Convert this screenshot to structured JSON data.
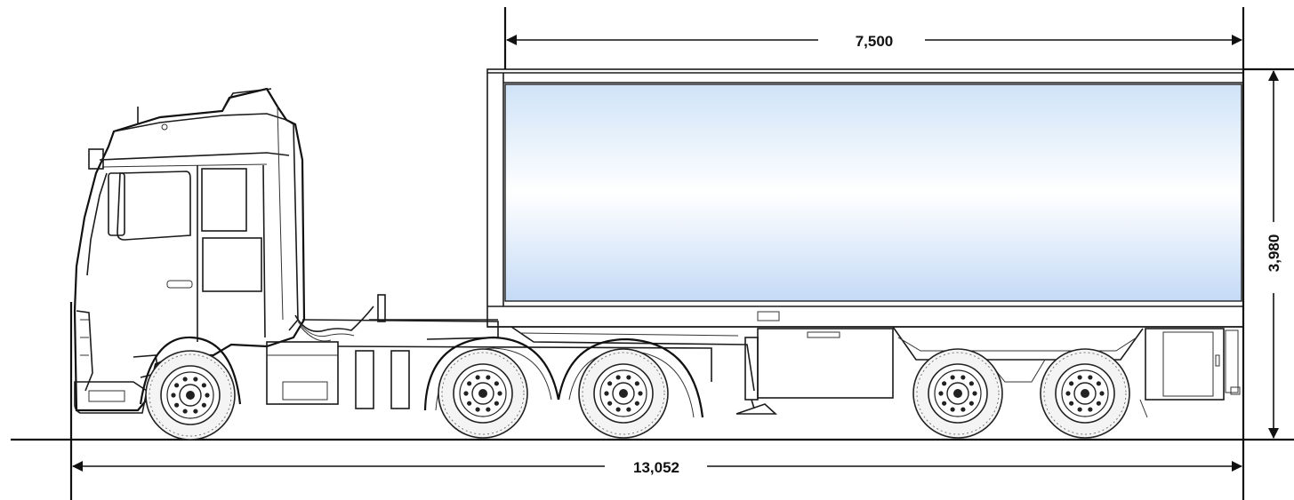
{
  "dimensions": {
    "trailer_length": "7,500",
    "overall_height": "3,980",
    "overall_length": "13,052"
  },
  "colors": {
    "line": "#1b1b1b",
    "panel_top": "#cfe3f7",
    "panel_mid": "#ffffff",
    "panel_bottom": "#c4daf6",
    "background": "#ffffff"
  },
  "vehicle": {
    "type": "tractor unit with box semi-trailer",
    "view": "side elevation",
    "tractor_axles": 3,
    "trailer_axles": 2
  }
}
